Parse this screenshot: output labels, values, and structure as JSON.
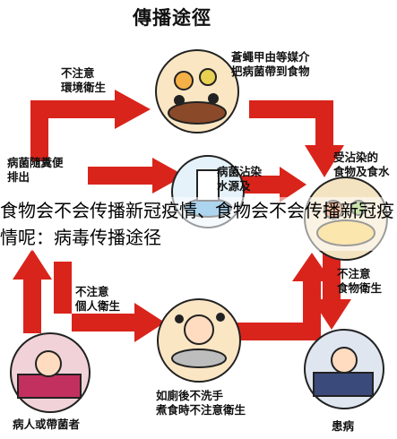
{
  "title": "傳播途徑",
  "nodes": {
    "flies": {
      "line1": "蒼蠅甲由等媒介",
      "line2": "把病菌帶到食物"
    },
    "contaminated_food": {
      "line1": "受沾染的",
      "line2": "食物及食水"
    },
    "sick": {
      "label": "患病"
    },
    "patient_carrier": {
      "label": "病人或帶菌者"
    },
    "feces": {
      "line1": "病菌隨糞便",
      "line2": "排出"
    },
    "water_source": {
      "line1": "病菌沾染",
      "line2": "水源及"
    }
  },
  "edges": {
    "env_hygiene": {
      "line1": "不注意",
      "line2": "環境衛生"
    },
    "personal_hygiene": {
      "line1": "不注意",
      "line2": "個人衛生"
    },
    "food_hygiene": {
      "line1": "不注意",
      "line2": "食物衛生"
    },
    "handwash": {
      "line1": "如廁後不洗手",
      "line2": "煮食時不注意衛生"
    }
  },
  "overlay_text": "食物会不会传播新冠疫情、食物会不会传播新冠疫情呢：病毒传播途径",
  "colors": {
    "arrow": "#d9241b",
    "overlay_text": "#000000"
  }
}
